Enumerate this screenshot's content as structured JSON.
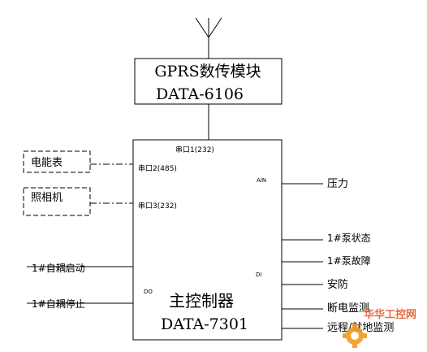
{
  "gprs_module": {
    "title": "GPRS数传模块",
    "model": "DATA-6106"
  },
  "controller": {
    "title": "主控制器",
    "model": "DATA-7301",
    "port1": "串口1(232)",
    "port2": "串口2(485)",
    "port3": "串口3(232)",
    "ain_label": "AIN",
    "di_label": "DI",
    "do_label": "DO"
  },
  "devices": {
    "meter": "电能表",
    "camera": "照相机"
  },
  "inputs": {
    "start": "1#自耦启动",
    "stop": "1#自耦停止"
  },
  "outputs": {
    "pressure": "压力",
    "pump_state": "1#泵状态",
    "pump_fault": "1#泵故障",
    "security": "安防",
    "power_monitor": "断电监测",
    "remote_monitor": "远程/就地监测"
  },
  "watermark": {
    "text": "华华工控网",
    "colors": {
      "gear": "#f39a1e",
      "text": "#e8582a"
    }
  }
}
